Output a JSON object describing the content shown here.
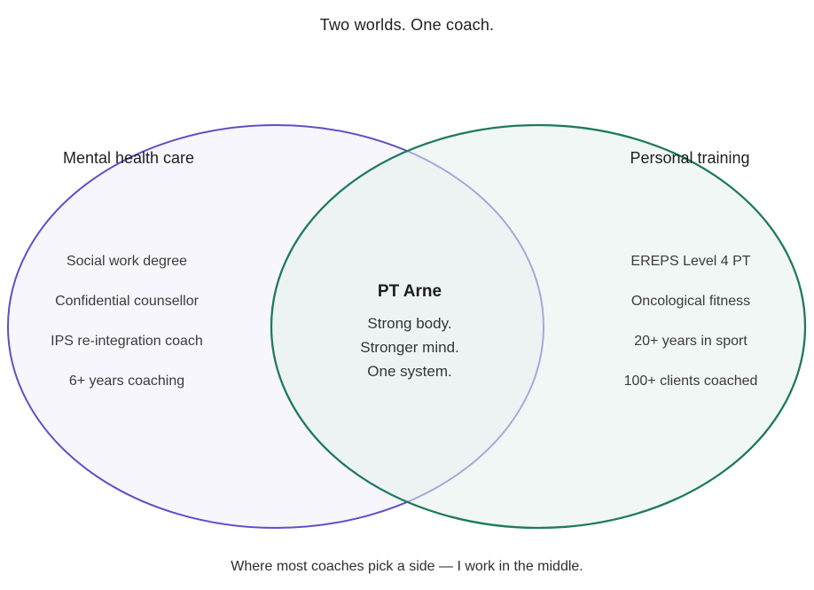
{
  "title": "Two worlds. One coach.",
  "footer": "Where most coaches pick a side — I work in the middle.",
  "venn": {
    "left": {
      "label": "Mental health care",
      "items": [
        "Social work degree",
        "Confidential counsellor",
        "IPS re-integration coach",
        "6+ years coaching"
      ],
      "stroke_color": "#5b51c6",
      "fill_color": "#f7f6fc"
    },
    "right": {
      "label": "Personal training",
      "items": [
        "EREPS Level 4 PT",
        "Oncological fitness",
        "20+ years in sport",
        "100+ clients coached"
      ],
      "stroke_color": "#1e7a5b",
      "fill_color": "rgba(229,241,235,0.55)"
    },
    "center": {
      "title": "PT Arne",
      "lines": [
        "Strong body.",
        "Stronger mind.",
        "One system."
      ]
    }
  }
}
